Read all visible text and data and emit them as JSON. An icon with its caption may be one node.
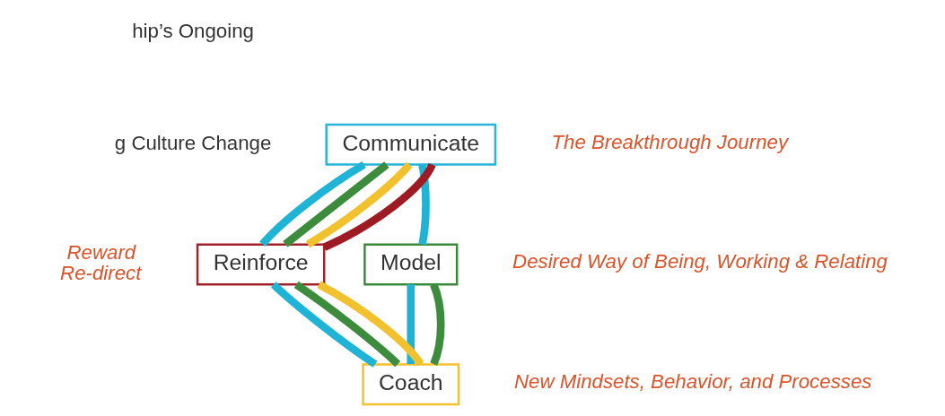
{
  "diagram": {
    "nodes": [
      {
        "text": [
          "Communicate"
        ],
        "beside": [
          "The Breakthrough Journey"
        ]
      },
      {
        "text": [
          "Model"
        ],
        "beside": [
          "Desired Way of Being, Working & Relating"
        ]
      },
      {
        "text": [
          "Coach"
        ],
        "beside": [
          "New Mindsets, Behavior, and Processes"
        ]
      },
      {
        "text": [
          "Reinforce"
        ],
        "beside": [
          "Reward",
          "Re-direct"
        ]
      }
    ],
    "edges": [
      {
        "from": 0,
        "to": 1,
        "arrow": "none",
        "color": "#1fb3d6"
      },
      {
        "from": 1,
        "to": 2,
        "arrow": "none",
        "color": "#1fb3d6"
      },
      {
        "from": 1,
        "to": 2,
        "arrow": "none",
        "color": "#3d8b3d"
      },
      {
        "from": 2,
        "to": 3,
        "arrow": "none",
        "color": "#1fb3d6"
      },
      {
        "from": 2,
        "to": 3,
        "arrow": "none",
        "color": "#3d8b3d"
      },
      {
        "from": 2,
        "to": 3,
        "arrow": "none",
        "color": "#f2c12e"
      },
      {
        "from": 3,
        "to": 0,
        "arrow": "none",
        "color": "#1fb3d6"
      },
      {
        "from": 3,
        "to": 0,
        "arrow": "none",
        "color": "#3d8b3d"
      },
      {
        "from": 3,
        "to": 0,
        "arrow": "none",
        "color": "#f2c12e"
      },
      {
        "from": 3,
        "to": 0,
        "arrow": "none",
        "color": "#9e1b24"
      }
    ],
    "labels": [
      "hip’s Ongoing",
      "g Culture Change"
    ]
  }
}
